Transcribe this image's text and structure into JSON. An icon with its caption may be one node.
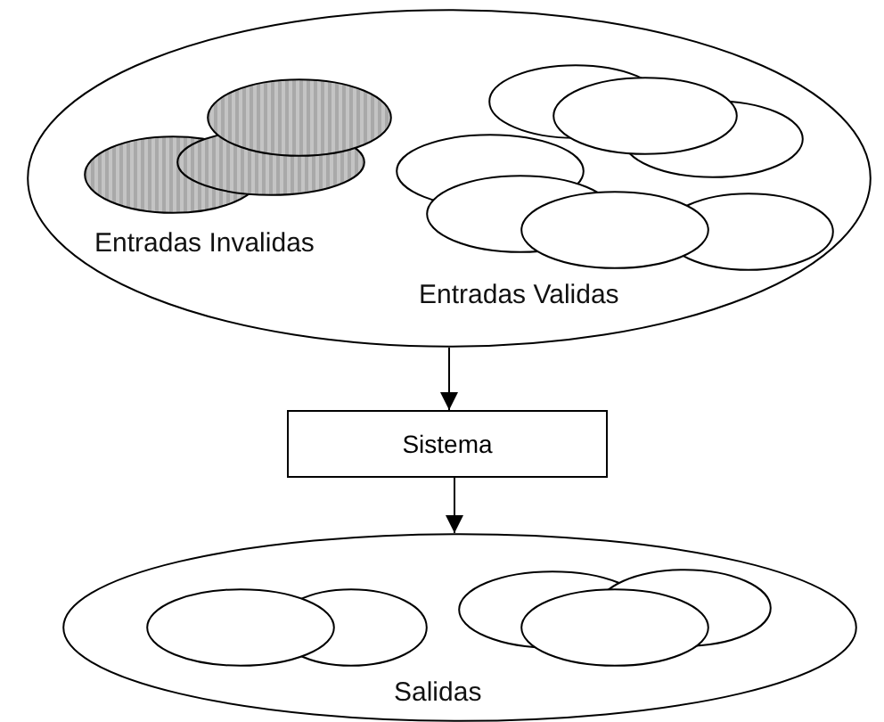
{
  "diagram": {
    "nodes": [
      {
        "text": [],
        "shape": "ellipse"
      },
      {
        "text": [],
        "shape": "ellipse",
        "in": 0
      },
      {
        "text": [],
        "shape": "ellipse",
        "in": 0
      },
      {
        "text": [],
        "shape": "ellipse",
        "in": 0
      },
      {
        "text": [],
        "shape": "ellipse",
        "in": 0
      },
      {
        "text": [],
        "shape": "ellipse",
        "in": 0
      },
      {
        "text": [],
        "shape": "ellipse",
        "in": 0
      },
      {
        "text": [],
        "shape": "ellipse",
        "in": 0
      },
      {
        "text": [],
        "shape": "ellipse",
        "in": 0
      },
      {
        "text": [],
        "shape": "ellipse",
        "in": 0
      },
      {
        "text": [],
        "shape": "ellipse",
        "in": 0
      },
      {
        "text": [
          "Sistema"
        ]
      },
      {
        "text": [],
        "shape": "ellipse"
      },
      {
        "text": [],
        "shape": "ellipse",
        "in": 12
      },
      {
        "text": [],
        "shape": "ellipse",
        "in": 12
      },
      {
        "text": [],
        "shape": "ellipse",
        "in": 12
      },
      {
        "text": [],
        "shape": "ellipse",
        "in": 12
      },
      {
        "text": [],
        "shape": "ellipse",
        "in": 12
      }
    ],
    "edges": [
      {
        "from": 0,
        "to": 11,
        "arrow": "to"
      },
      {
        "from": 11,
        "to": 12,
        "arrow": "to"
      }
    ],
    "labels": [
      "Entradas Invalidas",
      "Entradas Validas",
      "Salidas"
    ]
  }
}
